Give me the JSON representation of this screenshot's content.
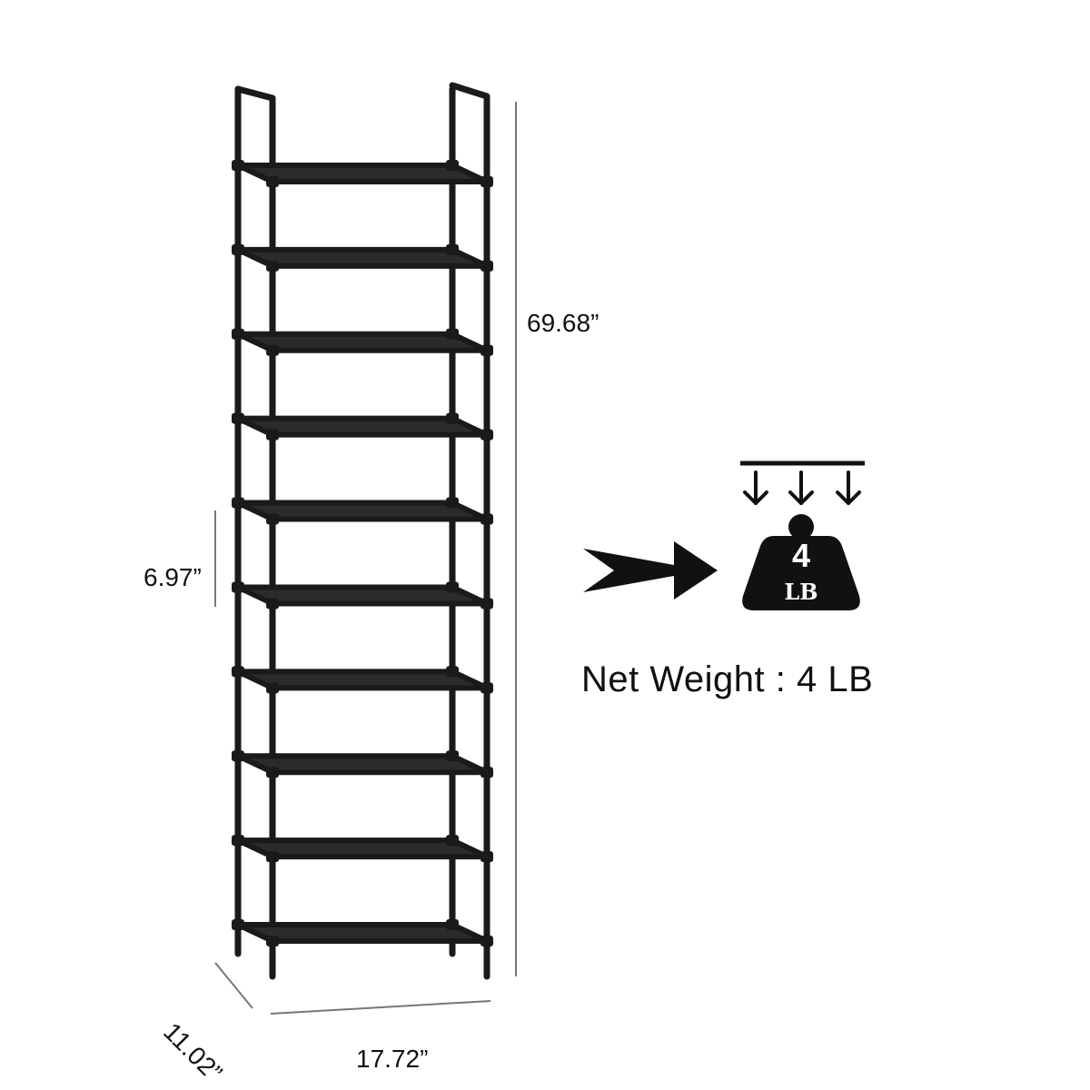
{
  "product": {
    "shelf_count": 10,
    "frame_color": "#1a1a1a",
    "shelf_color": "#2b2b2b"
  },
  "dimensions": {
    "height": "69.68”",
    "shelf_spacing": "6.97”",
    "depth": "11.02”",
    "width": "17.72”"
  },
  "weight": {
    "icon_number": "4",
    "icon_unit": "LB",
    "caption": "Net Weight : 4 LB"
  },
  "icons": {
    "pointer": "right-arrow-icon",
    "weight": "weight-icon",
    "load": "down-arrows-icon"
  }
}
